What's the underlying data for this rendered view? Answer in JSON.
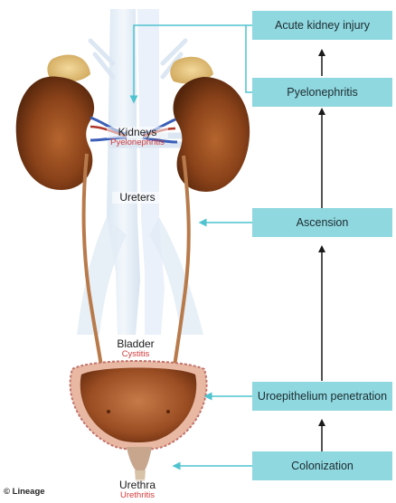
{
  "boxes": {
    "aki": "Acute kidney injury",
    "pyelo": "Pyelonephritis",
    "ascension": "Ascension",
    "penetration": "Uroepithelium penetration",
    "colonization": "Colonization"
  },
  "labels": {
    "kidneys": "Kidneys",
    "kidneys_sub": "Pyelonephritis",
    "ureters": "Ureters",
    "bladder": "Bladder",
    "bladder_sub": "Cystitis",
    "urethra": "Urethra",
    "urethra_sub": "Urethritis"
  },
  "credit": "© Lineage",
  "colors": {
    "box_fill": "#8fd8e0",
    "arrow_cyan": "#4fc3cf",
    "arrow_dark": "#1a1a1a",
    "subtitle_red": "#d23a3a"
  }
}
